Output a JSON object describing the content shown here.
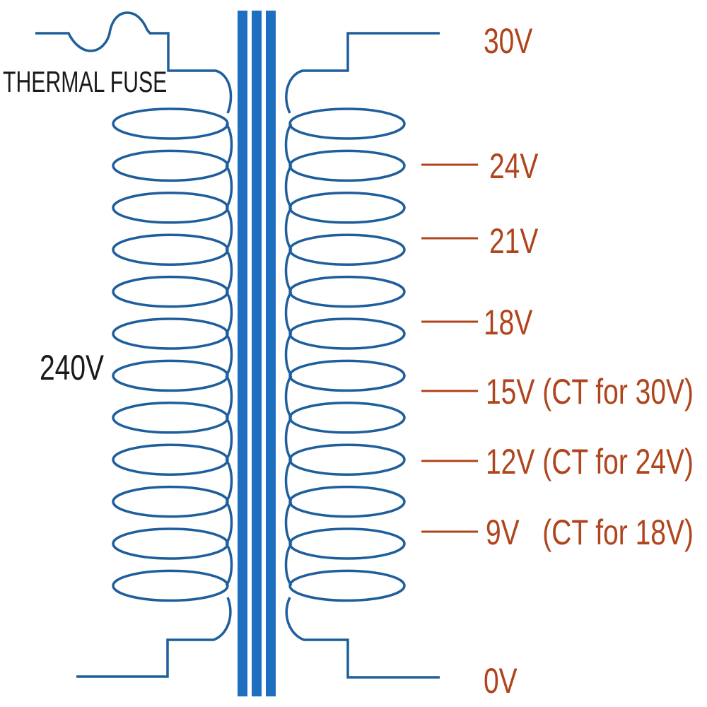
{
  "primary": {
    "fuse_label": "THERMAL FUSE",
    "voltage_label": "240V"
  },
  "secondary": {
    "top_label": "30V",
    "bottom_label": "0V",
    "taps": [
      {
        "label": "24V"
      },
      {
        "label": "21V"
      },
      {
        "label": "18V"
      },
      {
        "label": "15V (CT for 30V)"
      },
      {
        "label": "12V (CT for 24V)"
      },
      {
        "label": "9V   (CT for 18V)"
      }
    ]
  },
  "colors": {
    "coil": "#1f5e9c",
    "core": "#1f6fc0",
    "label": "#b0441c",
    "tap_line": "#b0441c"
  },
  "coil_turns": 12
}
